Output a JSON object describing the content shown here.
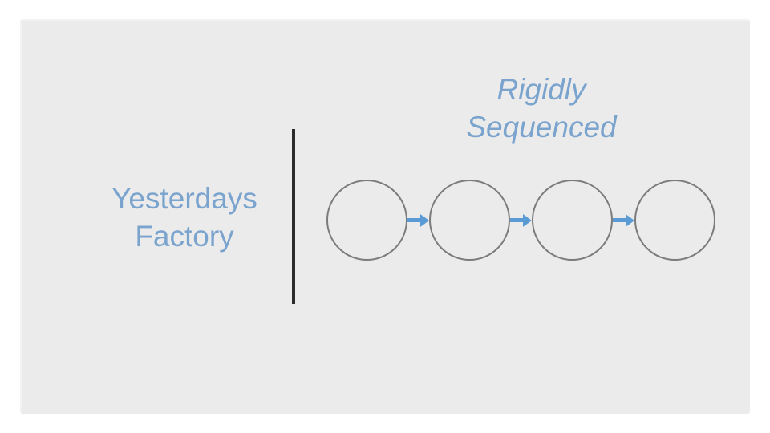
{
  "slide": {
    "background_color": "#ebebeb",
    "canvas_background_color": "#ffffff"
  },
  "title": {
    "text": "Rigidly Sequenced",
    "lines": [
      "Rigidly",
      "Sequenced"
    ],
    "color": "#7aa3cd",
    "style": "italic"
  },
  "left_label": {
    "text": "Yesterdays Factory",
    "lines": [
      "Yesterdays",
      "Factory"
    ],
    "color": "#7aa3cd"
  },
  "divider": {
    "orientation": "vertical",
    "color": "#2b2b2b"
  },
  "diagram": {
    "type": "process-flow",
    "node_count": 4,
    "node_shape": "circle",
    "node_labels": [
      "",
      "",
      "",
      ""
    ],
    "node_stroke_color": "#7c7c7c",
    "connector_count": 3,
    "connector_style": "arrow-right",
    "connector_color": "#5b9bd5"
  }
}
